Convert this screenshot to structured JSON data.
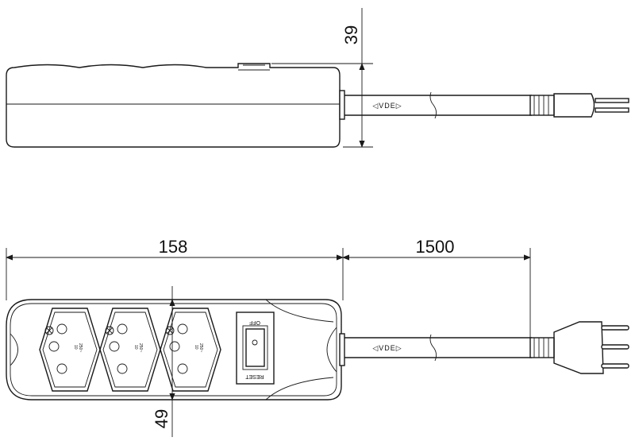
{
  "dimensions": {
    "height": "39",
    "length": "158",
    "cable_length": "1500",
    "width": "49"
  },
  "cable_marking": "VDE",
  "switch": {
    "top_label": "OFF",
    "bottom_label": "RESET"
  },
  "socket_rating": {
    "current": "10",
    "voltage": "250~"
  }
}
